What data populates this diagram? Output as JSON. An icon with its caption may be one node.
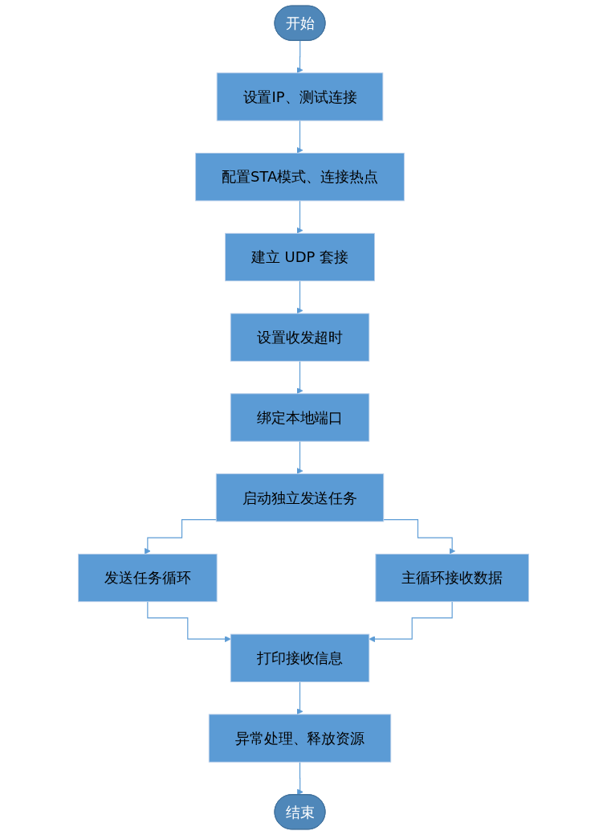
{
  "diagram": {
    "nodes": [
      {
        "text": [
          "开始"
        ]
      },
      {
        "text": [
          "设置IP、测试连接"
        ]
      },
      {
        "text": [
          "配置STA模式、连接热点"
        ]
      },
      {
        "text": [
          "建立 UDP 套接"
        ]
      },
      {
        "text": [
          "设置收发超时"
        ]
      },
      {
        "text": [
          "绑定本地端口"
        ]
      },
      {
        "text": [
          "启动独立发送任务"
        ]
      },
      {
        "text": [
          "发送任务循环"
        ]
      },
      {
        "text": [
          "主循环接收数据"
        ]
      },
      {
        "text": [
          "打印接收信息"
        ]
      },
      {
        "text": [
          "异常处理、释放资源"
        ]
      },
      {
        "text": [
          "结束"
        ]
      }
    ],
    "edges": [
      {
        "from": 0,
        "to": 1,
        "arrow": "to"
      },
      {
        "from": 1,
        "to": 2,
        "arrow": "to"
      },
      {
        "from": 2,
        "to": 3,
        "arrow": "to"
      },
      {
        "from": 3,
        "to": 4,
        "arrow": "to"
      },
      {
        "from": 4,
        "to": 5,
        "arrow": "to"
      },
      {
        "from": 5,
        "to": 6,
        "arrow": "to"
      },
      {
        "from": 6,
        "to": 7,
        "arrow": "to"
      },
      {
        "from": 6,
        "to": 8,
        "arrow": "to"
      },
      {
        "from": 7,
        "to": 9,
        "arrow": "to"
      },
      {
        "from": 8,
        "to": 9,
        "arrow": "to"
      },
      {
        "from": 9,
        "to": 10,
        "arrow": "to"
      },
      {
        "from": 10,
        "to": 11,
        "arrow": "to"
      }
    ]
  }
}
